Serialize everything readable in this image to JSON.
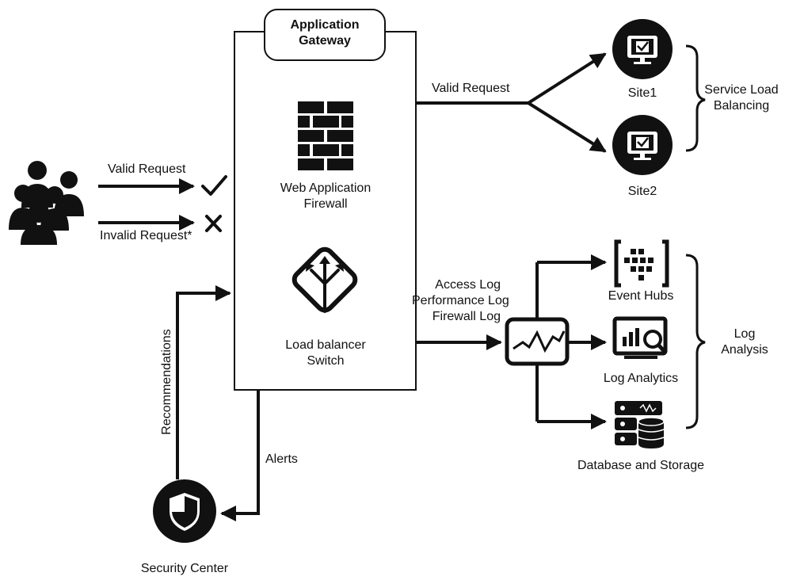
{
  "gateway": {
    "title_line1": "Application",
    "title_line2": "Gateway",
    "waf_line1": "Web Application",
    "waf_line2": "Firewall",
    "lb_line1": "Load balancer",
    "lb_line2": "Switch"
  },
  "users": {
    "valid_request": "Valid Request",
    "invalid_request": "Invalid Request*"
  },
  "routing": {
    "valid_request": "Valid Request",
    "site1": "Site1",
    "site2": "Site2",
    "group_line1": "Service Load",
    "group_line2": "Balancing"
  },
  "logs": {
    "line1": "Access Log",
    "line2": "Performance Log",
    "line3": "Firewall Log",
    "event_hubs": "Event Hubs",
    "log_analytics": "Log Analytics",
    "database": "Database and Storage",
    "group_line1": "Log",
    "group_line2": "Analysis"
  },
  "security": {
    "alerts": "Alerts",
    "recommendations": "Recommendations",
    "center": "Security Center"
  },
  "icons": [
    "users-icon",
    "check-icon",
    "cross-icon",
    "firewall-icon",
    "load-balancer-icon",
    "site-monitor-icon",
    "event-hubs-icon",
    "monitor-chart-icon",
    "log-analytics-icon",
    "database-icon",
    "security-shield-icon"
  ]
}
